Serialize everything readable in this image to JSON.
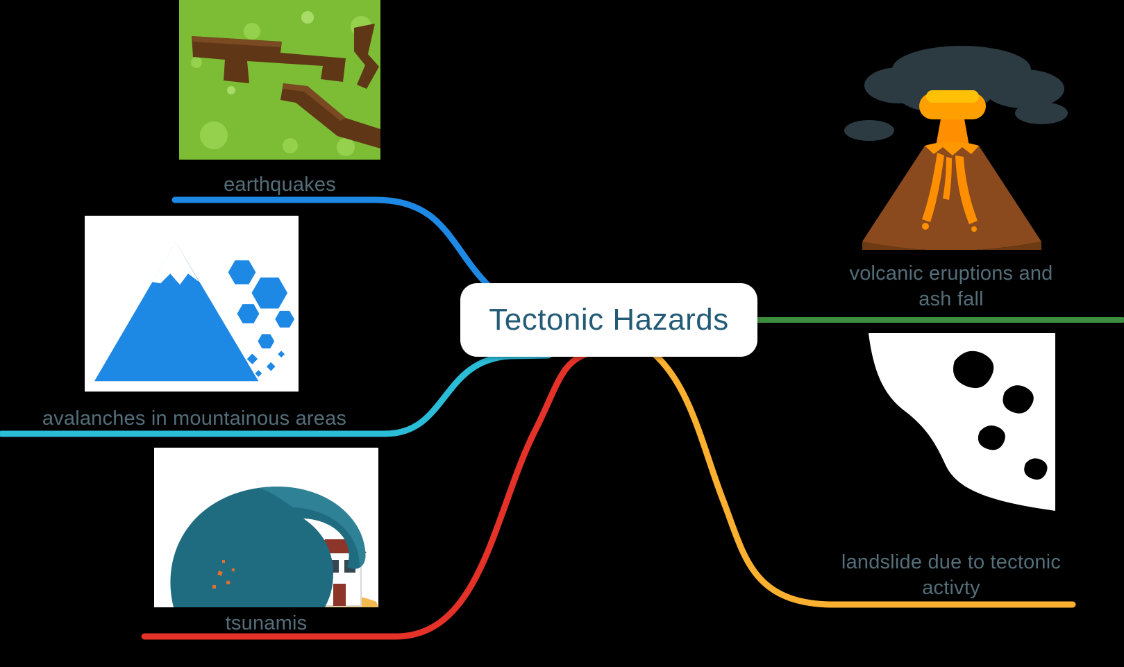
{
  "canvas": {
    "background": "#000000"
  },
  "center": {
    "title": "Tectonic Hazards",
    "bg": "#ffffff",
    "text_color": "#235b77"
  },
  "label_color": "#546e7a",
  "branches": {
    "earthquakes": {
      "label": "earthquakes",
      "line_color": "#1e88e5",
      "icon": "cracked-ground-icon"
    },
    "avalanches": {
      "label": "avalanches in mountainous areas",
      "line_color": "#2bbcd8",
      "icon": "mountain-avalanche-icon"
    },
    "tsunamis": {
      "label": "tsunamis",
      "line_color": "#e53228",
      "icon": "wave-over-houses-icon"
    },
    "volcanic": {
      "label": "volcanic eruptions and ash fall",
      "line_color": "#3e8e41",
      "icon": "erupting-volcano-icon"
    },
    "landslide": {
      "label": "landslide due to tectonic activty",
      "line_color": "#fbb030",
      "icon": "rockslide-icon"
    }
  }
}
